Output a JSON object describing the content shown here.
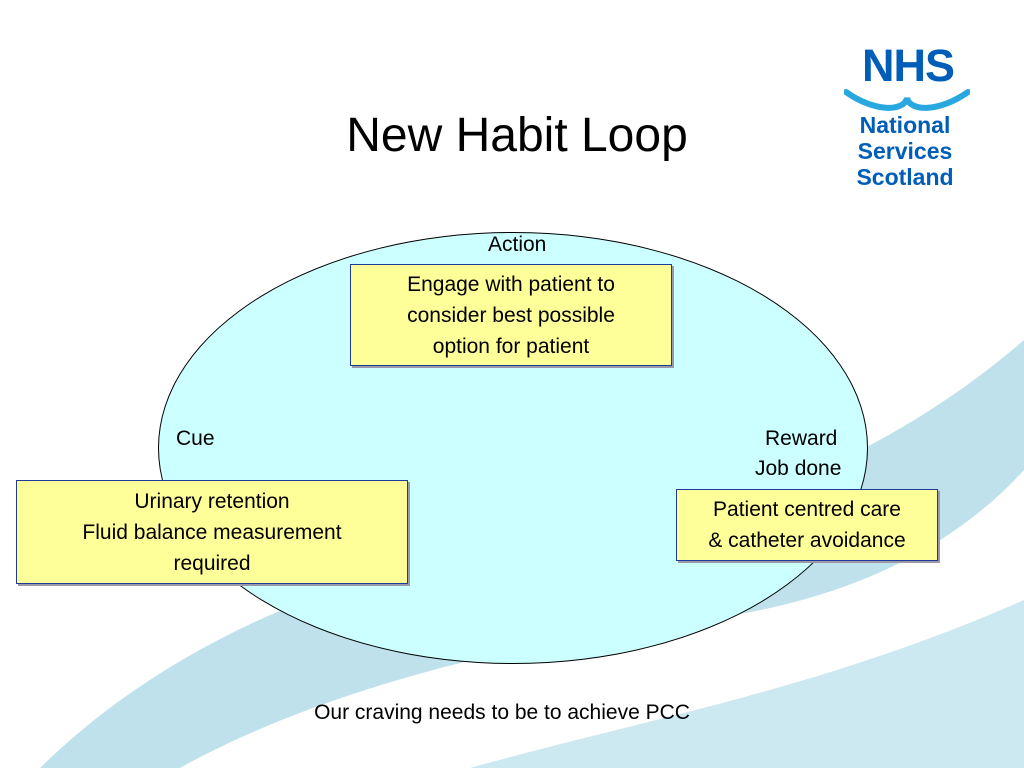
{
  "slide": {
    "title": "New Habit Loop",
    "footer": "Our craving needs to be to achieve PCC"
  },
  "logo": {
    "brand": "NHS",
    "lines": [
      "National",
      "Services",
      "Scotland"
    ],
    "color": "#005EB8"
  },
  "loop": {
    "action_label": "Action",
    "action_box": [
      "Engage with patient to",
      "consider best possible",
      "option for patient"
    ],
    "cue_label": "Cue",
    "cue_box": [
      "Urinary retention",
      "Fluid balance measurement",
      "required"
    ],
    "reward_label_1": "Reward",
    "reward_label_2": "Job done",
    "reward_box": [
      "Patient centred care",
      "& catheter avoidance"
    ]
  },
  "colors": {
    "ellipse_fill": "#CCFFFF",
    "box_fill": "#FFFF99",
    "box_border": "#1F3A9A",
    "swoosh": "#B3DCE8"
  }
}
